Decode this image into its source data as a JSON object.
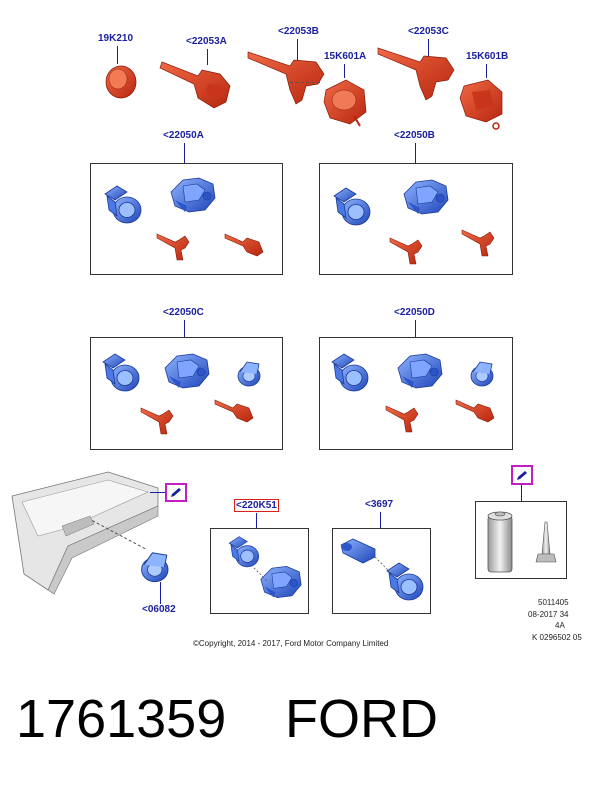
{
  "callouts": {
    "c19k210": "19K210",
    "c22053a": "<22053A",
    "c22053b": "<22053B",
    "c15k601a": "15K601A",
    "c22053c": "<22053C",
    "c15k601b": "15K601B",
    "c22050a": "<22050A",
    "c22050b": "<22050B",
    "c22050c": "<22050C",
    "c22050d": "<22050D",
    "c220k51": "<220K51",
    "c3697": "<3697",
    "c06082": "<06082"
  },
  "footer": {
    "copyright": "©Copyright, 2014 - 2017, Ford Motor Company Limited",
    "code1": "5011405",
    "code2": "08-2017 34",
    "code3": "4A",
    "code4": "K 0296502 05"
  },
  "caption": {
    "part_number": "1761359",
    "brand": "FORD"
  },
  "colors": {
    "label_blue": "#1a1f9e",
    "key_red": "#d9341f",
    "lock_blue": "#3d6fe0",
    "highlight_magenta": "#c21fc2"
  }
}
